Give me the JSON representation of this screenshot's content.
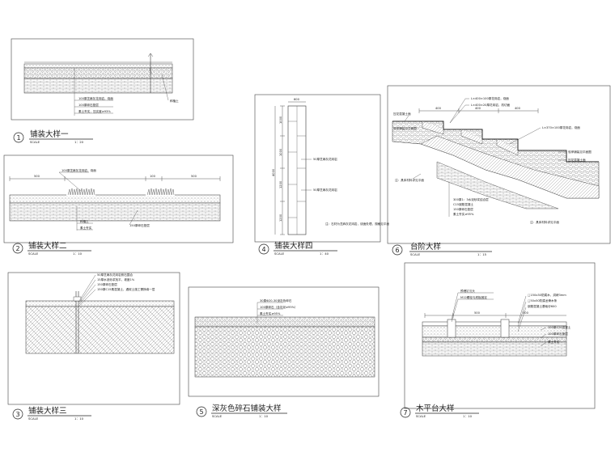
{
  "details": [
    {
      "num": "1",
      "title": "铺装大样一",
      "scale_word": "SCALE",
      "scale": "1：20",
      "notes": [
        "100厚芝麻灰花岗岩，烧面",
        "100厚碎石垫层",
        "素土夯实，压实度≥93%"
      ],
      "side_note": "种植土"
    },
    {
      "num": "2",
      "title": "铺装大样二",
      "scale_word": "SCALE",
      "scale": "1：10",
      "dims": [
        "500",
        "100",
        "500"
      ],
      "notes": [
        "100厚芝麻灰花岗岩，烧面",
        "种植土",
        "素土夯实",
        "150厚碎石垫层"
      ]
    },
    {
      "num": "4",
      "title": "铺装大样四",
      "scale_word": "SCALE",
      "scale": "1：40",
      "dims": [
        "600",
        "1000",
        "1000",
        "1200",
        "1200",
        "4000"
      ],
      "notes": [
        "50厚芝麻灰花岗岩",
        "50厚芝麻灰花岗岩",
        "注：石材为芝麻灰花岗岩，烧面处理，规格见平面"
      ]
    },
    {
      "num": "6",
      "title": "台阶大样",
      "scale_word": "SCALE",
      "scale": "1：15",
      "dims": [
        "400",
        "400",
        "400"
      ],
      "notes": [
        "L×400×100厚花岗岩，烧面",
        "L×400×20厚花岗岩，机切面",
        "L×370×100厚花岗岩，烧面",
        "压花混凝土面",
        "驳岸铺装见平面图",
        "驳岸铺装见平面图",
        "压花混凝土面",
        "300厚1：3水泥砂浆结合层",
        "C15钢筋混凝土",
        "150厚碎石垫层",
        "素土夯实≥95%",
        "注：具体材料详见平面"
      ]
    },
    {
      "num": "3",
      "title": "铺装大样三",
      "scale_word": "SCALE",
      "scale": "1：10",
      "notes": [
        "50厚芝麻灰花岗岩侧石围合",
        "15厚水泥砂浆找平，坡度1%",
        "150厚碎石垫层",
        "150厚C15素混凝土，遇软土施工需换填一层"
      ]
    },
    {
      "num": "5",
      "title": "深灰色碎石铺装大样",
      "scale_word": "SCALE",
      "scale": "1：10",
      "notes": [
        "30厚Φ20-30深灰色碎石",
        "100厚碎石（含灰泥≥95%）",
        "素土夯实≥95%"
      ]
    },
    {
      "num": "7",
      "title": "木平台大样",
      "scale_word": "SCALE",
      "scale": "1：10",
      "dims": [
        "500",
        "500"
      ],
      "notes": [
        "预埋钉沉头",
        "M12螺栓与底板固定",
        "□150x30防腐木，烘烤3mm",
        "□50x50防腐龙骨木条",
        "钢筋混凝土基础@600",
        "100厚C20混凝土",
        "100厚碎石垫层",
        "素土夯实"
      ]
    }
  ],
  "colors": {
    "line": "#333333",
    "hatch": "#777777",
    "paper": "#ffffff"
  }
}
